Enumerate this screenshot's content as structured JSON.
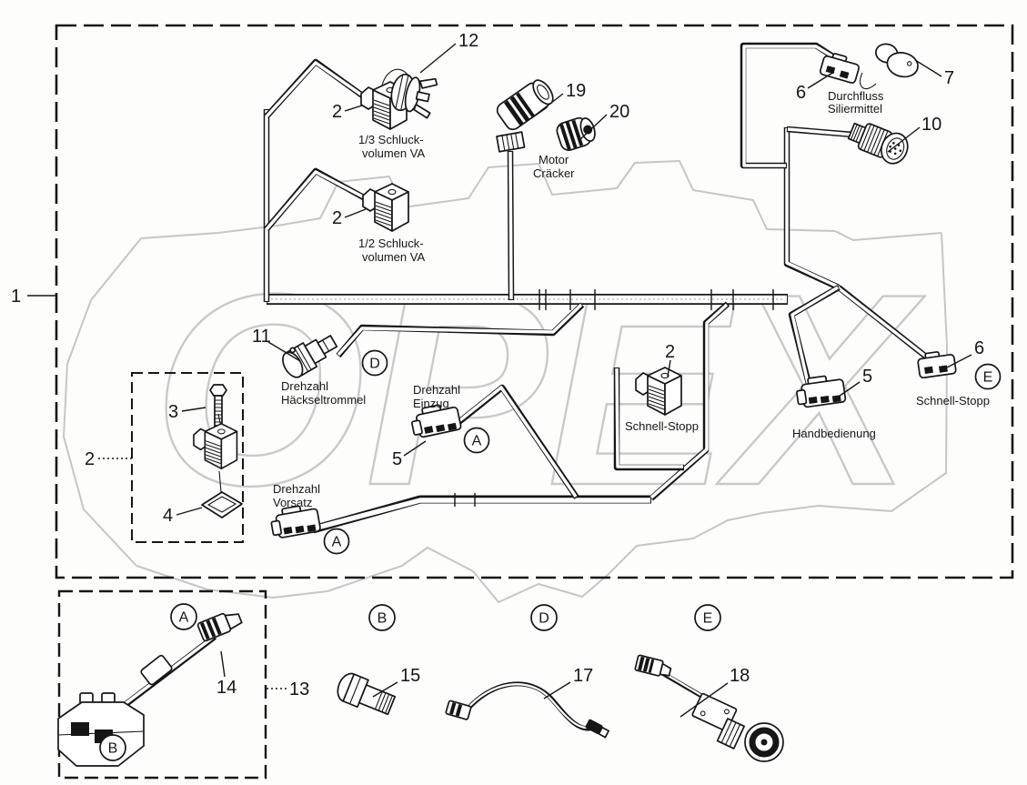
{
  "watermark": "OPEX",
  "numbers": {
    "n1": "1",
    "n2": "2",
    "n3": "3",
    "n4": "4",
    "n5": "5",
    "n6": "6",
    "n7": "7",
    "n10": "10",
    "n11": "11",
    "n12": "12",
    "n13": "13",
    "n14": "14",
    "n15": "15",
    "n17": "17",
    "n18": "18",
    "n19": "19",
    "n20": "20"
  },
  "letters": {
    "A": "A",
    "B": "B",
    "D": "D",
    "E": "E"
  },
  "captions": {
    "schluck13_line1": "1/3 Schluck-",
    "schluck13_line2": "volumen VA",
    "schluck12_line1": "1/2 Schluck-",
    "schluck12_line2": "volumen VA",
    "motor_line1": "Motor",
    "motor_line2": "Cräcker",
    "durchfluss_line1": "Durchfluss",
    "durchfluss_line2": "Siliermittel",
    "haecksel_line1": "Drehzahl",
    "haecksel_line2": "Häckseltrommel",
    "einzug_line1": "Drehzahl",
    "einzug_line2": "Einzug",
    "vorsatz_line1": "Drehzahl",
    "vorsatz_line2": "Vorsatz",
    "schnellstopp_mid": "Schnell-Stopp",
    "handbedienung": "Handbedienung",
    "schnellstopp_e": "Schnell-Stopp"
  },
  "colors": {
    "line": "#161616",
    "watermark": "#c9c9c9"
  }
}
